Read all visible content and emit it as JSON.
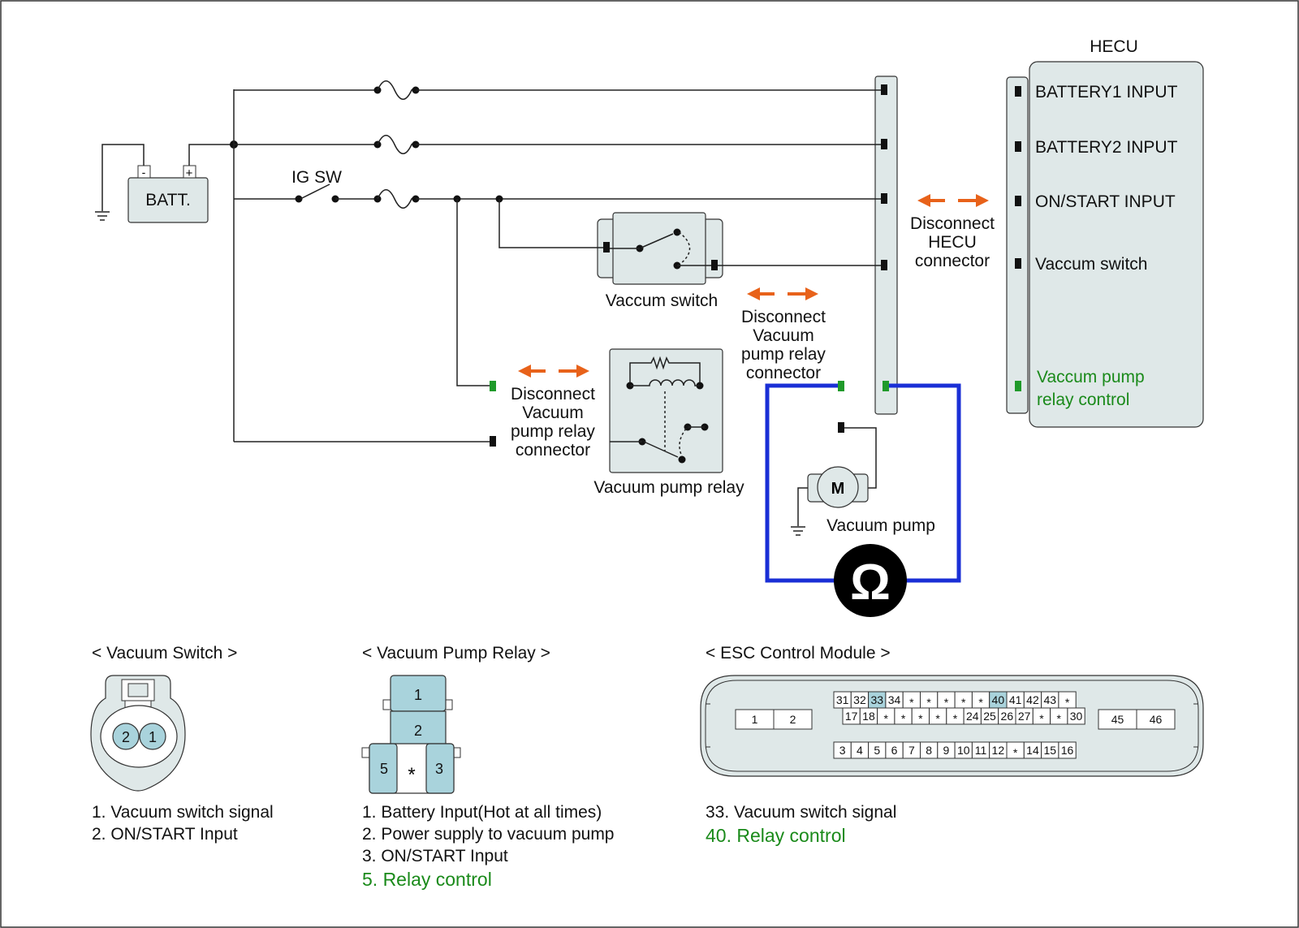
{
  "labels": {
    "hecu_title": "HECU",
    "hecu_pins": [
      "BATTERY1 INPUT",
      "BATTERY2 INPUT",
      "ON/START INPUT",
      "Vaccum switch"
    ],
    "hecu_relay_control": [
      "Vaccum pump",
      "relay control"
    ],
    "battery": "BATT.",
    "battery_neg": "-",
    "battery_pos": "+",
    "ig_sw": "IG SW",
    "vaccum_switch": "Vaccum switch",
    "vacuum_pump_relay": "Vacuum pump relay",
    "vacuum_pump": "Vacuum pump",
    "motor": "M",
    "ohm": "Ω",
    "disconnect_hecu": [
      "Disconnect",
      "HECU",
      "connector"
    ],
    "disconnect_relay_upper": [
      "Disconnect",
      "Vacuum",
      "pump relay",
      "connector"
    ],
    "disconnect_relay_left": [
      "Disconnect",
      "Vacuum",
      "pump relay",
      "connector"
    ]
  },
  "connectors": {
    "vacuum_switch": {
      "title": "< Vacuum Switch >",
      "pins": [
        "2",
        "1"
      ],
      "notes": [
        "1. Vacuum switch signal",
        "2. ON/START Input"
      ]
    },
    "vacuum_pump_relay": {
      "title": "< Vacuum Pump Relay >",
      "pins": [
        "1",
        "2",
        "5",
        "*",
        "3"
      ],
      "notes": [
        "1. Battery Input(Hot at all times)",
        "2. Power supply to vacuum pump",
        "3. ON/START Input"
      ],
      "note_green": "5. Relay control"
    },
    "esc_module": {
      "title": "< ESC Control Module >",
      "left_pins": [
        "1",
        "2"
      ],
      "right_pins": [
        "45",
        "46"
      ],
      "row1": [
        "31",
        "32",
        "33",
        "34",
        "*",
        "*",
        "*",
        "*",
        "*",
        "40",
        "41",
        "42",
        "43",
        "*"
      ],
      "row2": [
        "17",
        "18",
        "*",
        "*",
        "*",
        "*",
        "*",
        "24",
        "25",
        "26",
        "27",
        "*",
        "*",
        "30"
      ],
      "row3": [
        "3",
        "4",
        "5",
        "6",
        "7",
        "8",
        "9",
        "10",
        "11",
        "12",
        "*",
        "14",
        "15",
        "16"
      ],
      "highlighted_pins": [
        "33",
        "40"
      ],
      "notes": [
        "33. Vacuum switch signal"
      ],
      "note_green": "40. Relay control"
    }
  },
  "colors": {
    "wire": "#222222",
    "arrow_orange": "#e8621a",
    "meter_loop_blue": "#1a2fd6",
    "green_text": "#1a8a1a",
    "green_pin": "#1f9a2a",
    "component_fill": "#dfe8e8",
    "pin_highlight": "#a9d3dc"
  }
}
